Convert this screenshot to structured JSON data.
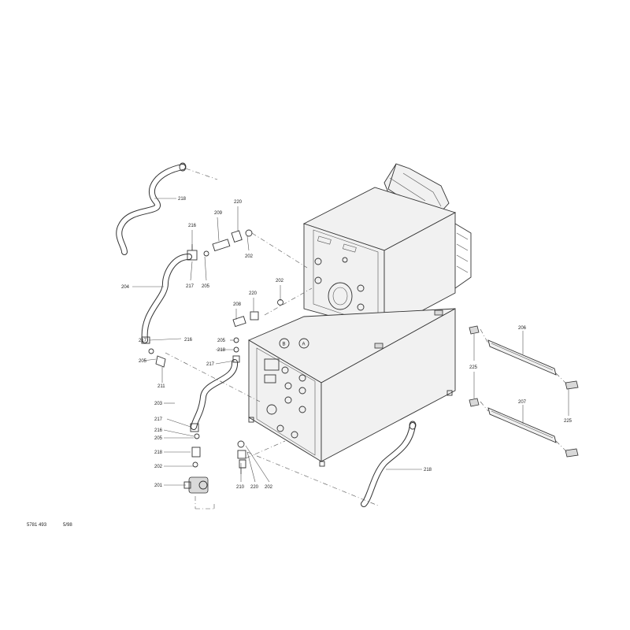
{
  "labels": {
    "l218a": "218",
    "l220a": "220",
    "l209": "209",
    "l216a": "216",
    "l202a": "202",
    "l217a": "217",
    "l205a": "205",
    "l204": "204",
    "l202b": "202",
    "l220b": "220",
    "l208": "208",
    "l217b": "217",
    "l216b": "216",
    "l205b": "205",
    "l211": "211",
    "l205c": "205",
    "l218b": "218",
    "l217c": "217",
    "l203": "203",
    "l217d": "217",
    "l216c": "216",
    "l205d": "205",
    "l218c": "218",
    "l202c": "202",
    "l201": "201",
    "l210": "210",
    "l220c": "220",
    "l202d": "202",
    "l218d": "218",
    "l206": "206",
    "l225a": "225",
    "l225b": "225",
    "l207": "207",
    "markerB": "B",
    "markerA": "A"
  },
  "footer": {
    "doc_number": "5781 493",
    "date": "5/98"
  }
}
